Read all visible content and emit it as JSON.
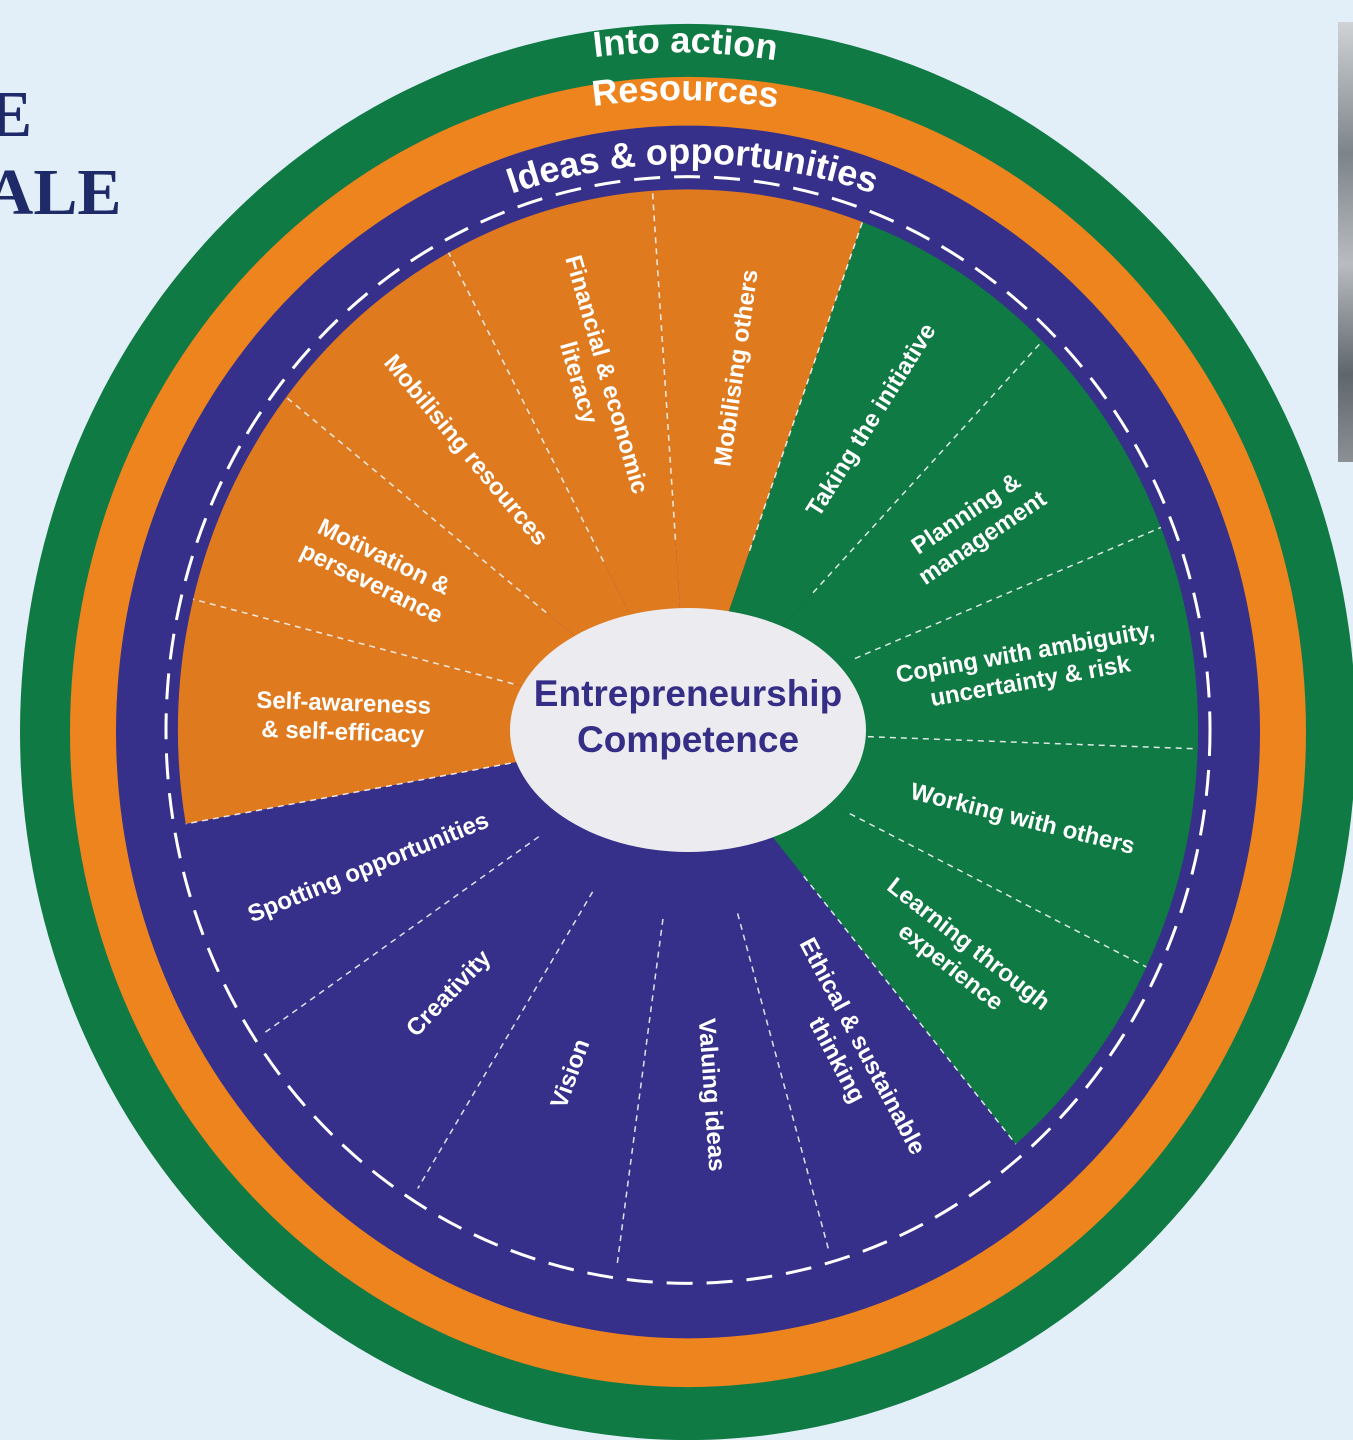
{
  "heading": {
    "line1": "E",
    "line2": "IALE"
  },
  "colors": {
    "green": "#0f7a43",
    "orange": "#e07a1f",
    "orange_ring": "#ee841e",
    "purple": "#36308a",
    "center_fill": "#ececf0",
    "center_text": "#352e86",
    "background": "#e3eff8"
  },
  "wheel": {
    "center_label": [
      "Entrepreneurship",
      "Competence"
    ],
    "rings": {
      "outer": "Into action",
      "middle": "Resources",
      "inner": "Ideas & opportunities"
    },
    "segments": [
      {
        "lines": [
          "Spotting opportunities"
        ],
        "area": "purple"
      },
      {
        "lines": [
          "Creativity"
        ],
        "area": "purple"
      },
      {
        "lines": [
          "Vision"
        ],
        "area": "purple"
      },
      {
        "lines": [
          "Valuing ideas"
        ],
        "area": "purple"
      },
      {
        "lines": [
          "Ethical & sustainable",
          "thinking"
        ],
        "area": "purple"
      },
      {
        "lines": [
          "Learning through",
          "experience"
        ],
        "area": "green"
      },
      {
        "lines": [
          "Working with others"
        ],
        "area": "green"
      },
      {
        "lines": [
          "Coping with ambiguity,",
          "uncertainty & risk"
        ],
        "area": "green"
      },
      {
        "lines": [
          "Planning &",
          "management"
        ],
        "area": "green"
      },
      {
        "lines": [
          "Taking the initiative"
        ],
        "area": "green"
      },
      {
        "lines": [
          "Mobilising others"
        ],
        "area": "orange"
      },
      {
        "lines": [
          "Financial & economic",
          "literacy"
        ],
        "area": "orange"
      },
      {
        "lines": [
          "Mobilising resources"
        ],
        "area": "orange"
      },
      {
        "lines": [
          "Motivation &",
          "perseverance"
        ],
        "area": "orange"
      },
      {
        "lines": [
          "Self-awareness",
          "& self-efficacy"
        ],
        "area": "orange"
      }
    ]
  }
}
